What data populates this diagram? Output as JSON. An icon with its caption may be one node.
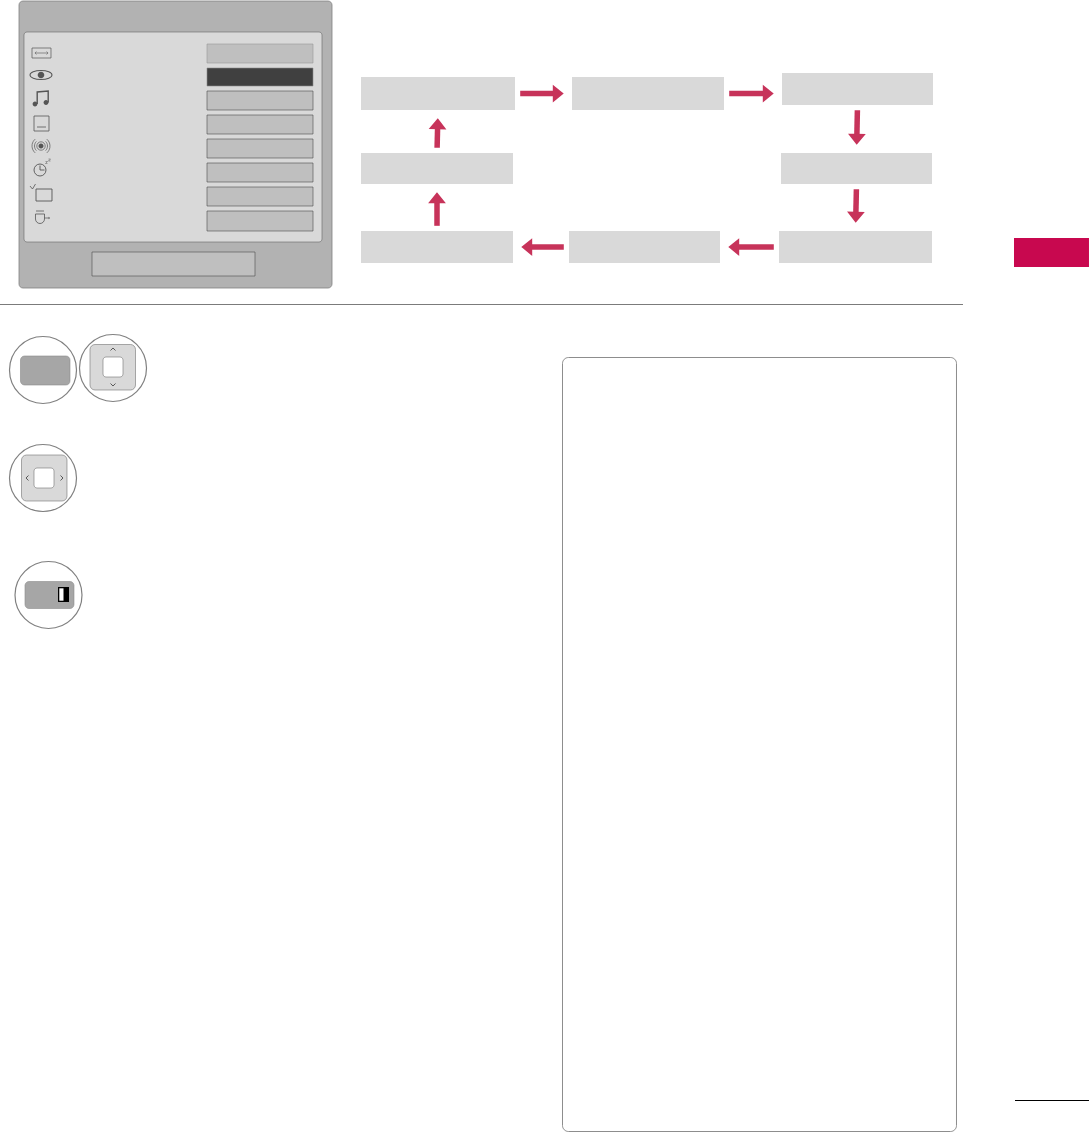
{
  "diagram": {
    "nodes": [
      {
        "text": [],
        "shape": "box"
      },
      {
        "text": [],
        "shape": "box"
      },
      {
        "text": [],
        "shape": "box"
      },
      {
        "text": [],
        "shape": "box"
      },
      {
        "text": [],
        "shape": "box"
      },
      {
        "text": [],
        "shape": "box"
      },
      {
        "text": [],
        "shape": "box"
      },
      {
        "text": [],
        "shape": "box"
      },
      {
        "text": [],
        "shape": "box"
      },
      {
        "text": [],
        "shape": "box"
      }
    ],
    "edges": [
      {
        "from": 0,
        "to": 1,
        "arrow": "to"
      },
      {
        "from": 1,
        "to": 2,
        "arrow": "to"
      },
      {
        "from": 2,
        "to": 4,
        "arrow": "to"
      },
      {
        "from": 4,
        "to": 7,
        "arrow": "to"
      },
      {
        "from": 7,
        "to": 6,
        "arrow": "to"
      },
      {
        "from": 6,
        "to": 5,
        "arrow": "to"
      },
      {
        "from": 5,
        "to": 3,
        "arrow": "to"
      },
      {
        "from": 3,
        "to": 0,
        "arrow": "to"
      }
    ]
  }
}
